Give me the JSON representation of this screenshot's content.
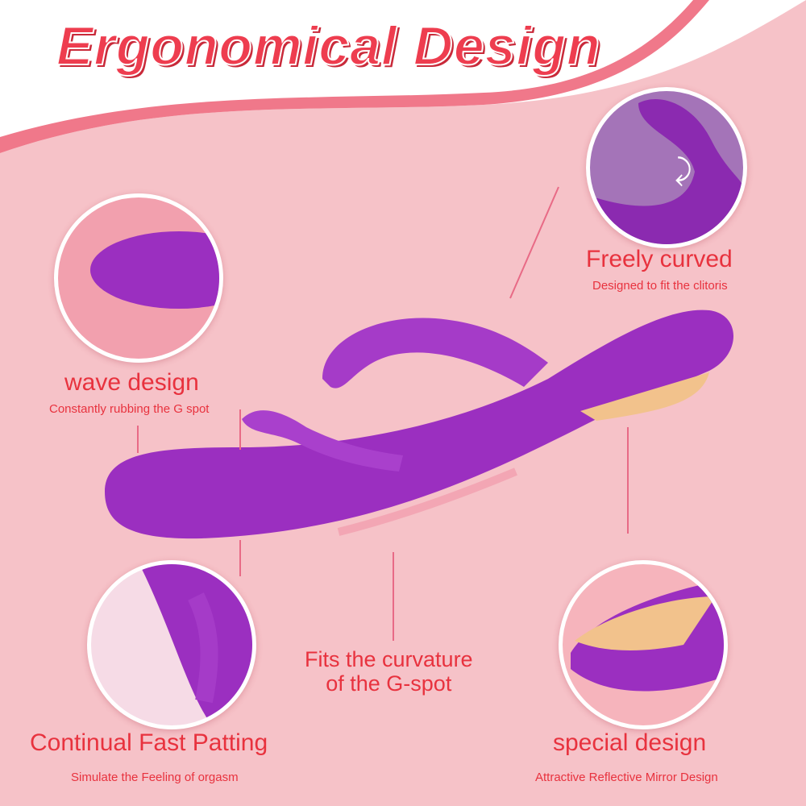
{
  "title": "Ergonomical Design",
  "features": [
    {
      "heading": "Freely curved",
      "sub": "Designed to fit the clitoris"
    },
    {
      "heading": "wave design",
      "sub": "Constantly rubbing the G spot"
    },
    {
      "heading": "Fits the curvature of the G-spot",
      "line1": "Fits the curvature",
      "line2": "of the G-spot"
    },
    {
      "heading": "Continual Fast Patting",
      "sub": "Simulate the Feeling of orgasm"
    },
    {
      "heading": "special design",
      "sub": "Attractive Reflective Mirror Design"
    }
  ],
  "colors": {
    "background": "#f6c2c8",
    "accent": "#e8323e",
    "product": "#9b2fc0"
  }
}
